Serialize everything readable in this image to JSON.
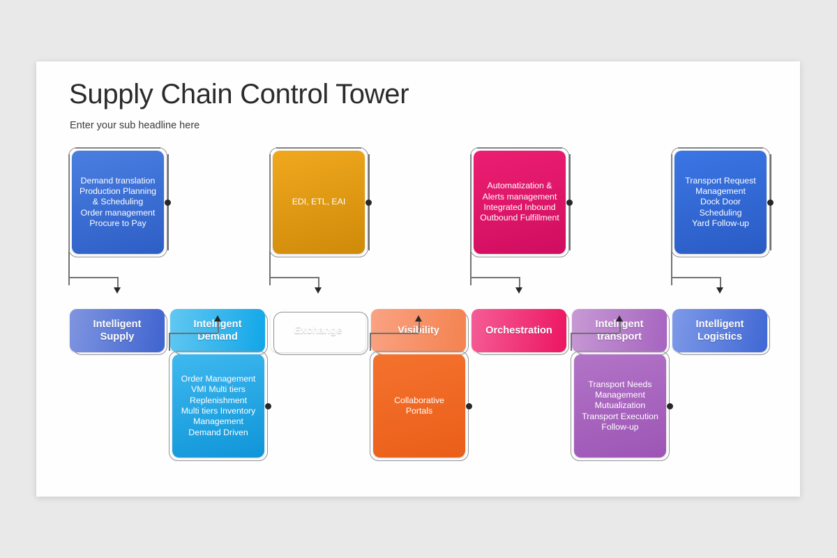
{
  "slide": {
    "title": "Supply Chain Control Tower",
    "subtitle": "Enter your sub headline here"
  },
  "colors": {
    "background": "#e9e9e9",
    "card": "#fefefe",
    "title_text": "#2b2b2b",
    "outline": "#8f9193",
    "connector": "#272727"
  },
  "top_row": [
    {
      "name": "demand-translation",
      "lines": [
        "Demand translation",
        "Production Planning",
        "& Scheduling",
        "Order management",
        "Procure to Pay"
      ],
      "color_from": "#4a7fe0",
      "color_to": "#2d5ec6"
    },
    {
      "name": "exchange-detail",
      "lines": [
        "EDI, ETL, EAI"
      ],
      "color_from": "#f0a81e",
      "color_to": "#cf8a09"
    },
    {
      "name": "orchestration-detail",
      "lines": [
        "Automatization &",
        "Alerts management",
        "Integrated Inbound",
        "Outbound Fulfillment"
      ],
      "color_from": "#ec1f72",
      "color_to": "#d00d60"
    },
    {
      "name": "transport-request",
      "lines": [
        "Transport Request",
        "Management",
        "Dock Door",
        "Scheduling",
        "Yard Follow-up"
      ],
      "color_from": "#3b76e4",
      "color_to": "#2a5bc4"
    }
  ],
  "middle_row": [
    {
      "name": "intelligent-supply",
      "lines": [
        "Intelligent",
        "Supply"
      ],
      "color_from": "#8095e0",
      "color_to": "#3f64cf"
    },
    {
      "name": "intelligent-demand",
      "lines": [
        "Intelligent",
        "Demand"
      ],
      "color_from": "#62c8f2",
      "color_to": "#10a6e8"
    },
    {
      "name": "exchange",
      "lines": [
        "Exchange"
      ],
      "color_from": "#fbc濫a",
      "color_to": "#f5a623"
    },
    {
      "name": "visibility",
      "lines": [
        "Visibility"
      ],
      "color_from": "#f9a383",
      "color_to": "#f4824f"
    },
    {
      "name": "orchestration",
      "lines": [
        "Orchestration"
      ],
      "color_from": "#f55d97",
      "color_to": "#ec1560"
    },
    {
      "name": "intelligent-transport",
      "lines": [
        "Intelligent",
        "transport"
      ],
      "color_from": "#c79ad4",
      "color_to": "#a663c0"
    },
    {
      "name": "intelligent-logistics",
      "lines": [
        "Intelligent",
        "Logistics"
      ],
      "color_from": "#7e99e8",
      "color_to": "#4068d4"
    }
  ],
  "bottom_row": [
    {
      "name": "order-management",
      "lines": [
        "Order Management",
        "VMI Multi tiers",
        "Replenishment",
        "Multi tiers Inventory",
        "Management",
        "Demand Driven"
      ],
      "color_from": "#3fb8ef",
      "color_to": "#0f95d8"
    },
    {
      "name": "collaborative-portals",
      "lines": [
        "Collaborative",
        "Portals"
      ],
      "color_from": "#f4722e",
      "color_to": "#ea5f19"
    },
    {
      "name": "transport-needs",
      "lines": [
        "Transport Needs",
        "Management",
        "Mutualization",
        "Transport Execution",
        "Follow-up"
      ],
      "color_from": "#b274c7",
      "color_to": "#9d55b5"
    }
  ]
}
